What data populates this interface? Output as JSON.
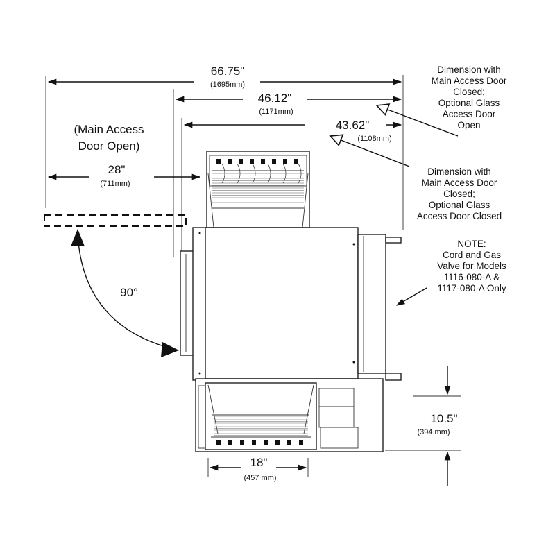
{
  "dimensions": {
    "overall_open": {
      "value": "66.75\"",
      "metric": "(1695mm)"
    },
    "closed_glass_open": {
      "value": "46.12\"",
      "metric": "(1171mm)"
    },
    "closed_glass_closed": {
      "value": "43.62\"",
      "metric": "(1108mm)"
    },
    "door_swing": {
      "value": "28\"",
      "metric": "(711mm)"
    },
    "bottom_width": {
      "value": "18\"",
      "metric": "(457 mm)"
    },
    "side_offset": {
      "value": "10.5\"",
      "metric": "(394 mm)"
    }
  },
  "labels": {
    "door_open": [
      "(Main Access",
      "Door Open)"
    ],
    "angle": "90°",
    "glass_open_note": [
      "Dimension with",
      "Main Access Door",
      "Closed;",
      "Optional Glass",
      "Access Door",
      "Open"
    ],
    "glass_closed_note": [
      "Dimension with",
      "Main Access Door",
      "Closed;",
      "Optional Glass",
      "Access Door Closed"
    ],
    "cord_note": [
      "NOTE:",
      "Cord and Gas",
      "Valve for Models",
      "1116-080-A &",
      "1117-080-A Only"
    ]
  }
}
